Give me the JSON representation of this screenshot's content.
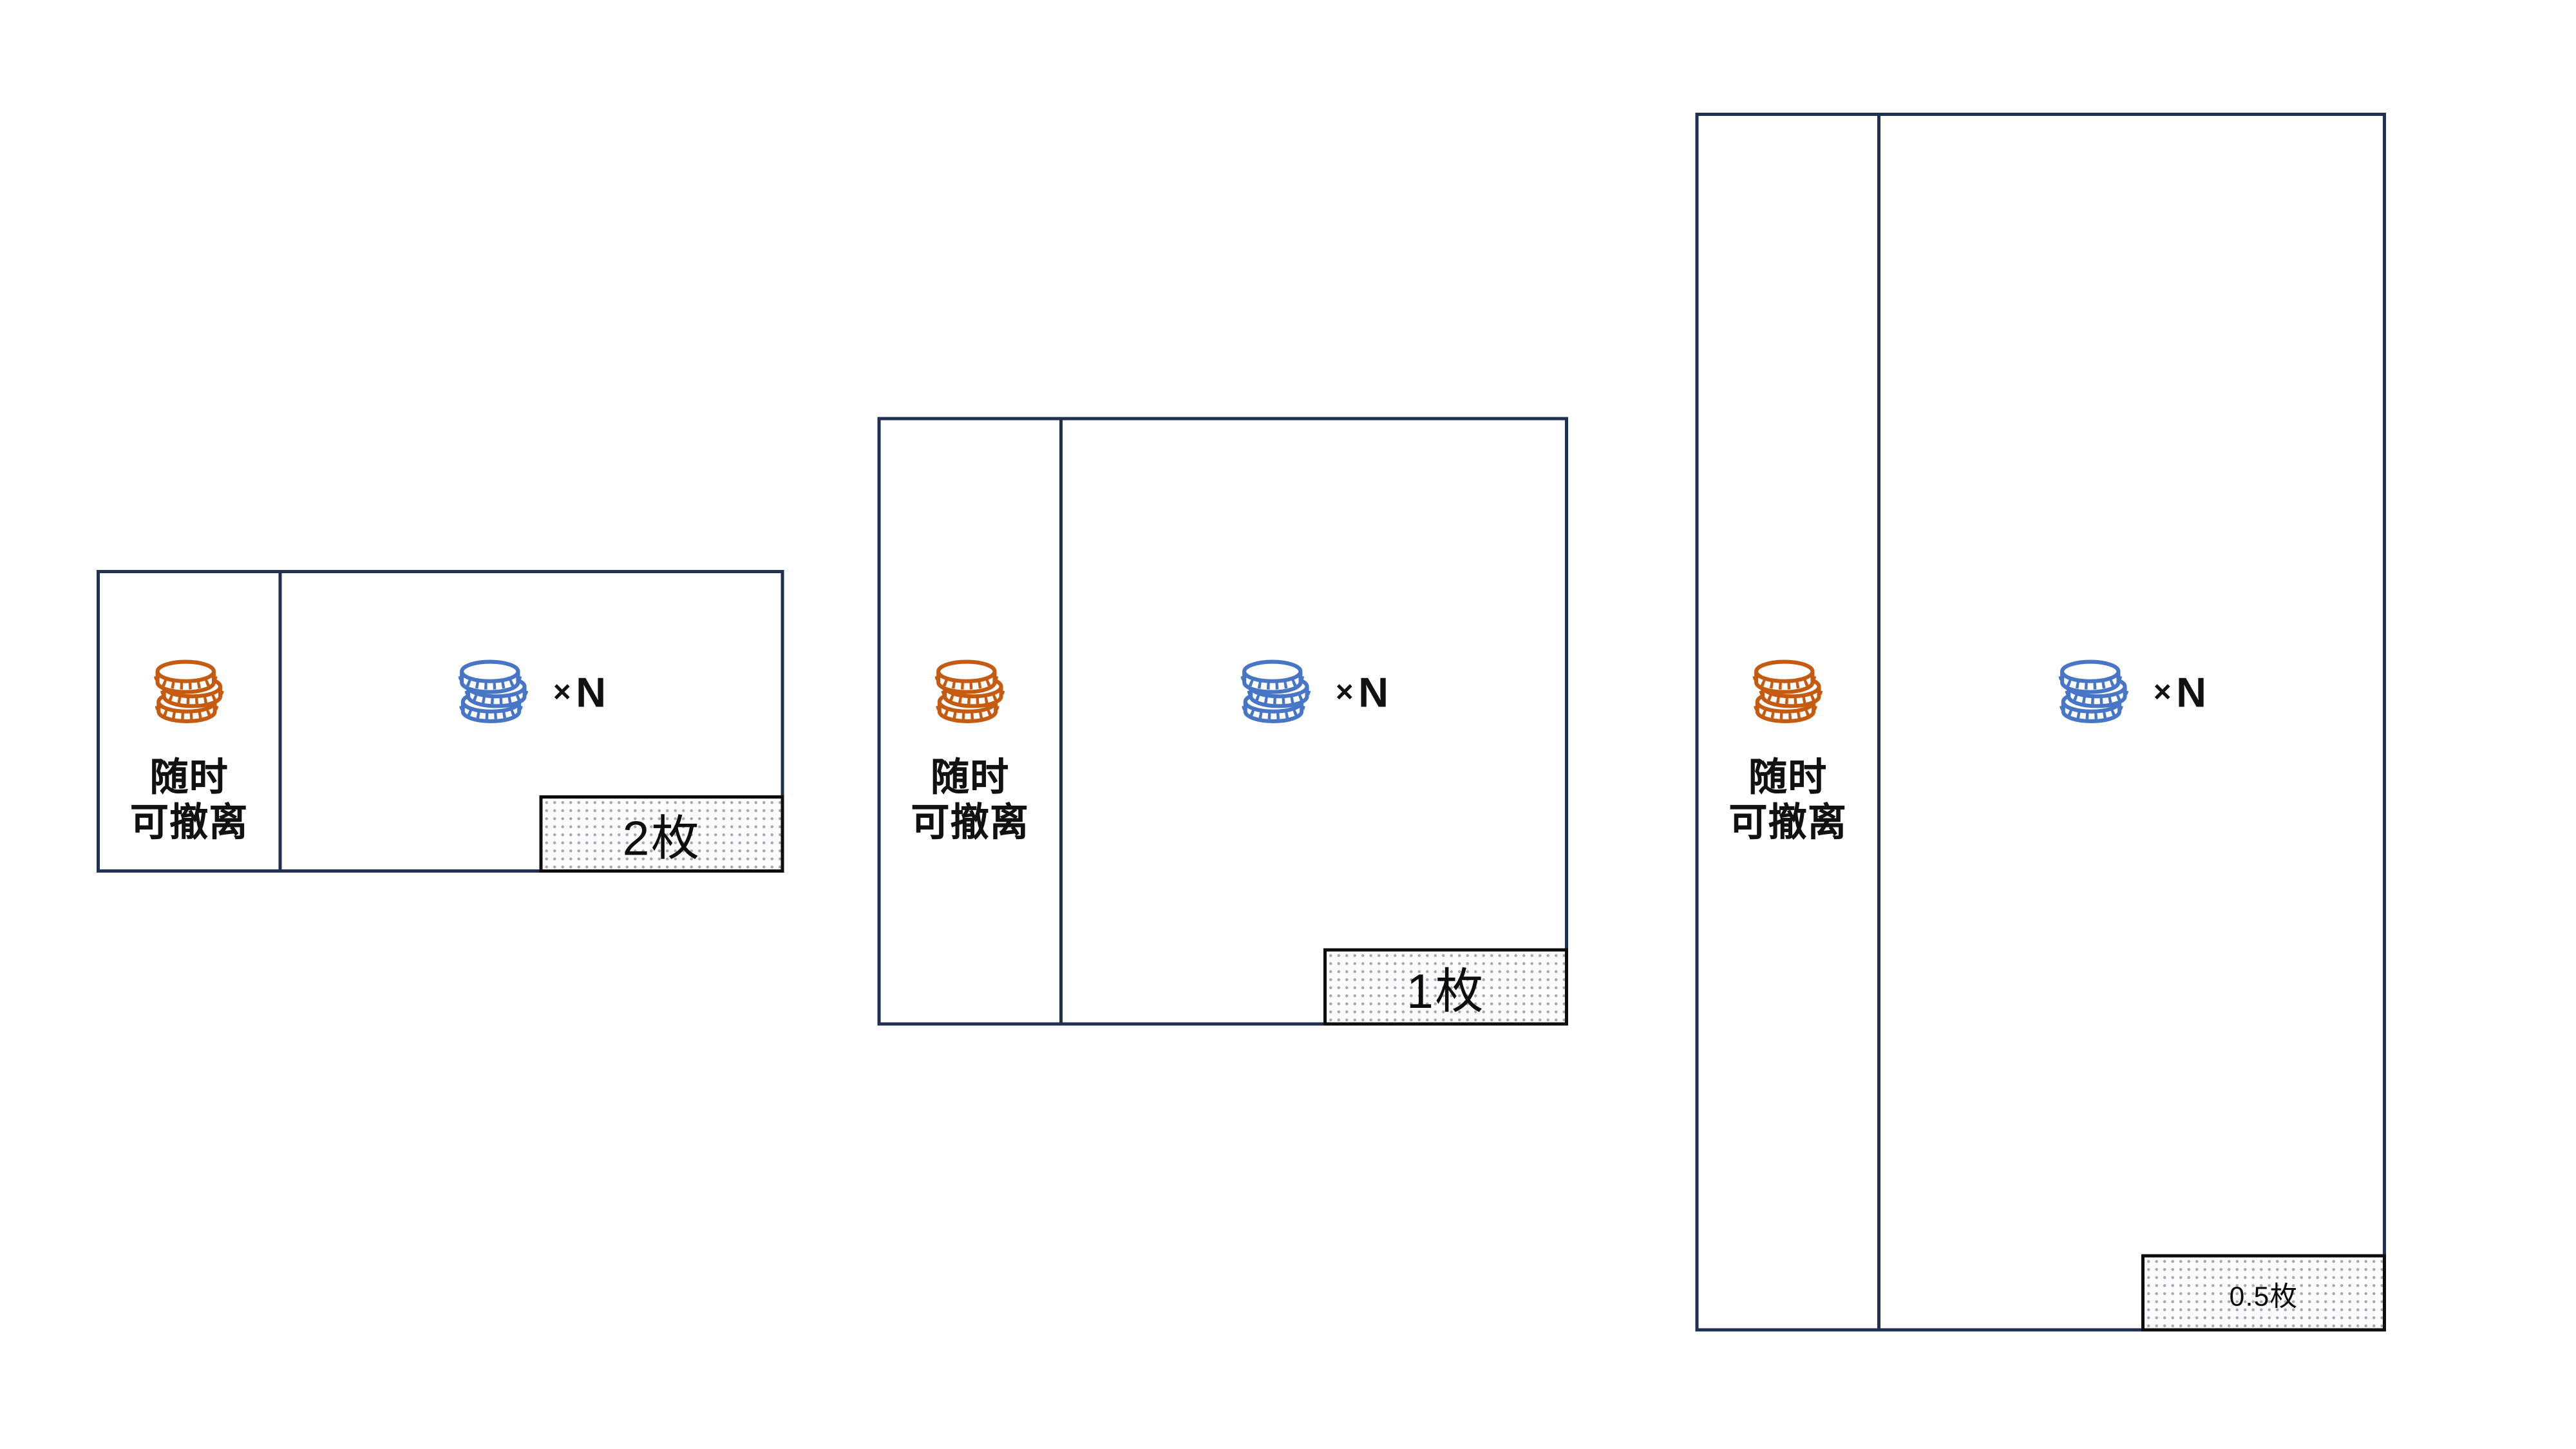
{
  "colors": {
    "panel_border": "#1f3050",
    "orange_coins": "#c55a11",
    "blue_coins": "#4876c6",
    "price_box_border": "#0d0d0d",
    "text": "#111111"
  },
  "panels": [
    {
      "name": "panel-price-2",
      "reserve_line1": "随时",
      "reserve_line2": "可撤离",
      "multiplier_sign": "×",
      "multiplier_value": "N",
      "price_label": "2枚"
    },
    {
      "name": "panel-price-1",
      "reserve_line1": "随时",
      "reserve_line2": "可撤离",
      "multiplier_sign": "×",
      "multiplier_value": "N",
      "price_label": "1枚"
    },
    {
      "name": "panel-price-0.5",
      "reserve_line1": "随时",
      "reserve_line2": "可撤离",
      "multiplier_sign": "×",
      "multiplier_value": "N",
      "price_label": "0.5枚"
    }
  ]
}
